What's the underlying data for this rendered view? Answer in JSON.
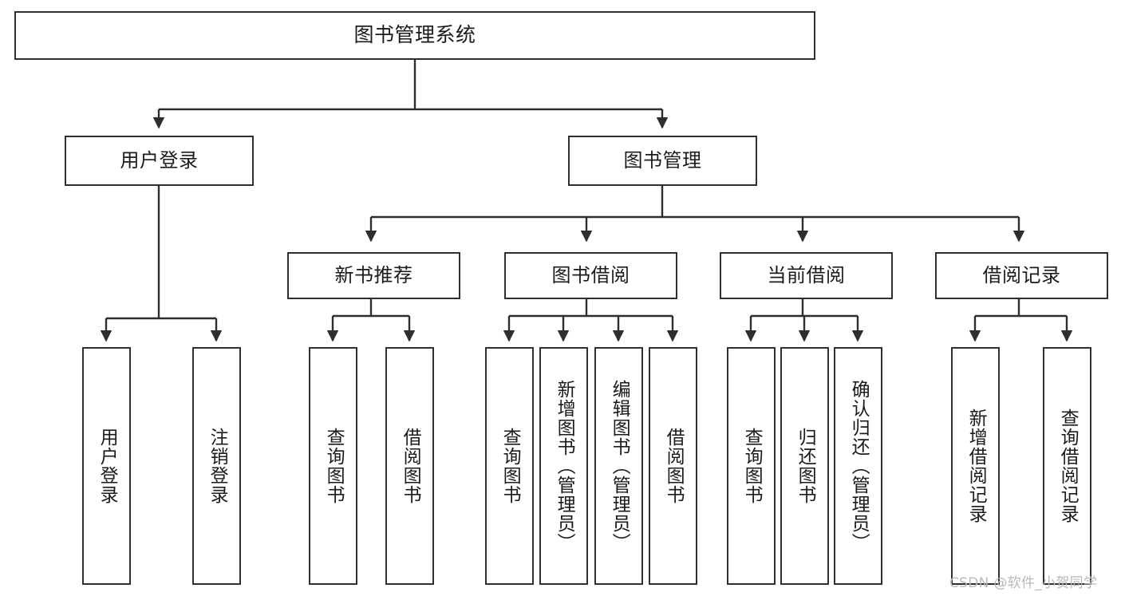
{
  "diagram": {
    "title": "图书管理系统",
    "type": "hierarchy-tree",
    "style": {
      "box_border_color": "#2e2e2e",
      "box_fill_color": "#ffffff",
      "line_color": "#2e2e2e",
      "background_color": "#ffffff",
      "watermark_color": "#b9b9b9"
    },
    "nodes": {
      "root": {
        "label": "图书管理系统"
      },
      "level2": [
        {
          "label": "用户登录"
        },
        {
          "label": "图书管理"
        }
      ],
      "level3": [
        {
          "label": "新书推荐"
        },
        {
          "label": "图书借阅"
        },
        {
          "label": "当前借阅"
        },
        {
          "label": "借阅记录"
        }
      ],
      "leaves_user_login": [
        {
          "label": "用户登录"
        },
        {
          "label": "注销登录"
        }
      ],
      "leaves_new_book": [
        {
          "label": "查询图书"
        },
        {
          "label": "借阅图书"
        }
      ],
      "leaves_borrow_book": [
        {
          "label": "查询图书"
        },
        {
          "label": "新增图书（管理员）"
        },
        {
          "label": "编辑图书（管理员）"
        },
        {
          "label": "借阅图书"
        }
      ],
      "leaves_current_borrow": [
        {
          "label": "查询图书"
        },
        {
          "label": "归还图书"
        },
        {
          "label": "确认归还（管理员）"
        }
      ],
      "leaves_borrow_record": [
        {
          "label": "新增借阅记录"
        },
        {
          "label": "查询借阅记录"
        }
      ]
    }
  },
  "watermark": {
    "text": "CSDN @软件_小贺同学"
  }
}
